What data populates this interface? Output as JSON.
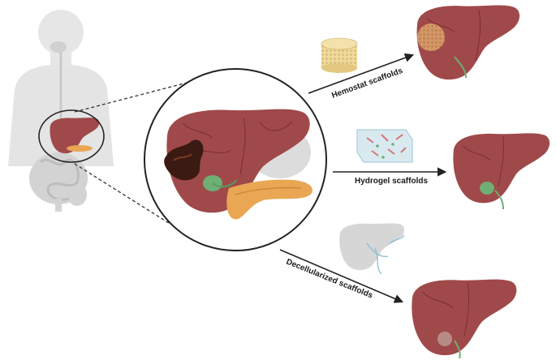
{
  "labels": {
    "hemostat": "Hemostat scaffolds",
    "hydrogel": "Hydrogel scaffolds",
    "decellularized": "Decellularized scaffolds"
  },
  "colors": {
    "liver": "#a0494a",
    "liver_dark": "#7a2e2f",
    "gallbladder": "#6fae74",
    "pancreas": "#e9a653",
    "tumor": "#3a1a12",
    "body_silhouette": "#e4e4e4",
    "hemostat_sponge": "#efd99a",
    "hydrogel_block": "#cfe3ea",
    "decell_liver": "#d6d6d6",
    "arrow": "#222222"
  },
  "icons": [
    "human-body-icon",
    "liver-icon",
    "tumor-icon",
    "pancreas-icon",
    "gallbladder-icon",
    "hemostat-sponge-icon",
    "hydrogel-block-icon",
    "decellularized-liver-icon"
  ]
}
